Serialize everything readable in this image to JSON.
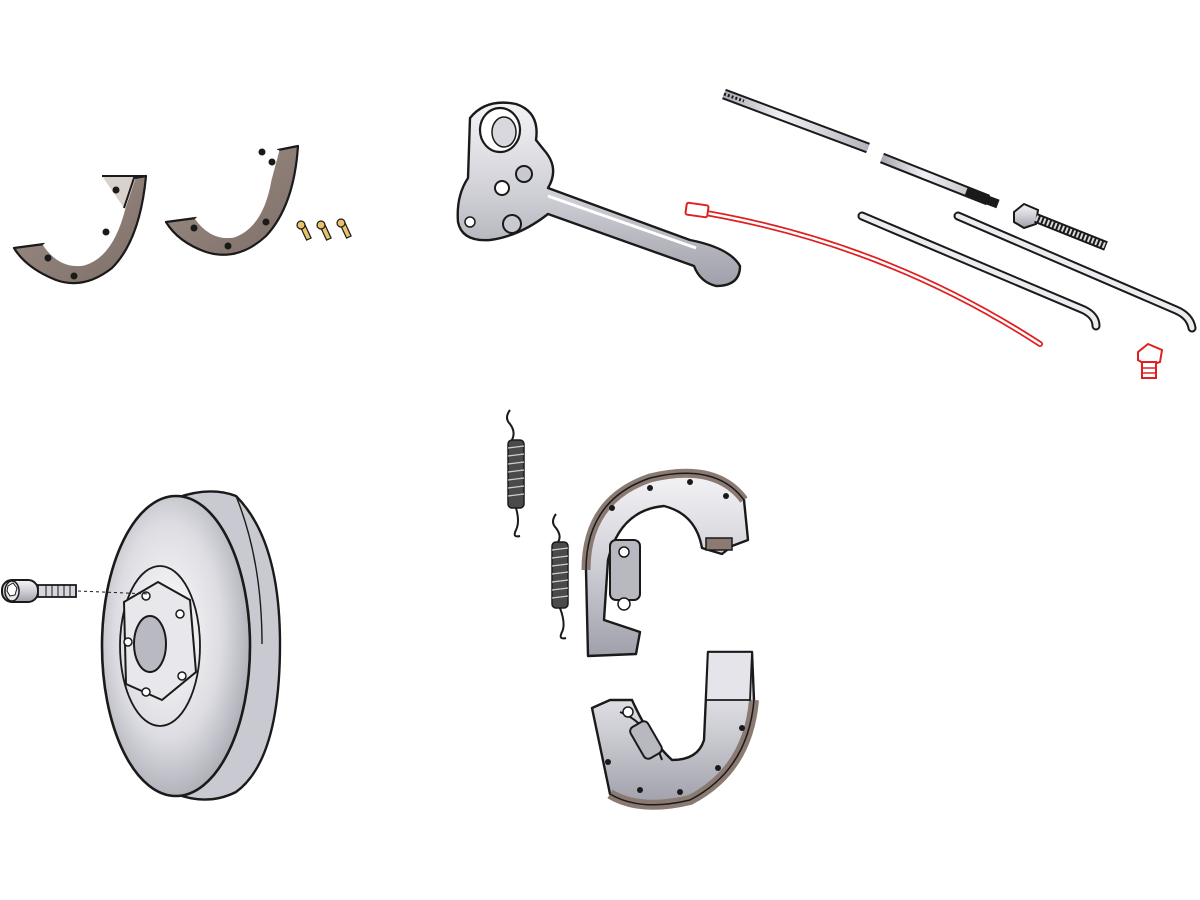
{
  "diagram": {
    "kind": "exploded parts view",
    "colors": {
      "outline": "#1a1a1a",
      "metal": "#d6d6dc",
      "metal_dark": "#9c9ca6",
      "lining": "#8a7a72",
      "brass": "#e8c26a",
      "highlight": "#e02020",
      "background": "#ffffff"
    },
    "highlighted_part": "brake-cable-sleeve",
    "parts": [
      {
        "id": "brake-lining-left",
        "icon": "brake-lining-icon"
      },
      {
        "id": "brake-lining-right",
        "icon": "brake-lining-icon"
      },
      {
        "id": "lining-rivets",
        "icon": "rivet-icon",
        "count": 3
      },
      {
        "id": "brake-lever",
        "icon": "lever-icon"
      },
      {
        "id": "brake-cable-sleeve",
        "icon": "cable-sleeve-icon",
        "highlighted": true
      },
      {
        "id": "brake-rod-upper",
        "icon": "threaded-rod-icon"
      },
      {
        "id": "brake-rod-lower-left",
        "icon": "brake-rod-icon"
      },
      {
        "id": "brake-rod-lower-right",
        "icon": "brake-rod-icon"
      },
      {
        "id": "adjuster-bolt",
        "icon": "bolt-icon"
      },
      {
        "id": "nipple-screw",
        "icon": "screw-icon"
      },
      {
        "id": "return-spring-upper",
        "icon": "spring-icon"
      },
      {
        "id": "return-spring-lower",
        "icon": "spring-icon"
      },
      {
        "id": "brake-shoe-upper",
        "icon": "brake-shoe-icon"
      },
      {
        "id": "brake-shoe-lower",
        "icon": "brake-shoe-icon"
      },
      {
        "id": "brake-drum",
        "icon": "brake-drum-icon"
      },
      {
        "id": "wheel-bolt",
        "icon": "wheel-bolt-icon"
      }
    ]
  }
}
